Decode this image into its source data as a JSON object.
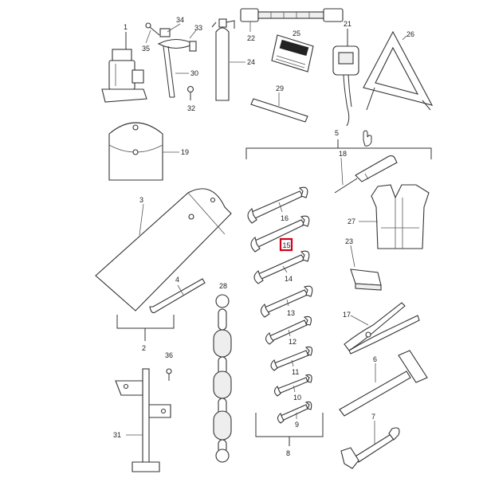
{
  "diagram": {
    "highlight_color": "#d0021b",
    "highlighted_callout": "15",
    "callouts": {
      "c1": "1",
      "c2": "2",
      "c3": "3",
      "c4": "4",
      "c5": "5",
      "c6": "6",
      "c7": "7",
      "c8": "8",
      "c9": "9",
      "c10": "10",
      "c11": "11",
      "c12": "12",
      "c13": "13",
      "c14": "14",
      "c15": "15",
      "c16": "16",
      "c17": "17",
      "c18": "18",
      "c19": "19",
      "c21": "21",
      "c22": "22",
      "c23": "23",
      "c24": "24",
      "c25": "25",
      "c26": "26",
      "c27": "27",
      "c28": "28",
      "c29": "29",
      "c30": "30",
      "c31": "31",
      "c32": "32",
      "c33": "33",
      "c34": "34",
      "c35": "35",
      "c36": "36"
    },
    "icons": [
      "hand-pointer-icon"
    ]
  }
}
